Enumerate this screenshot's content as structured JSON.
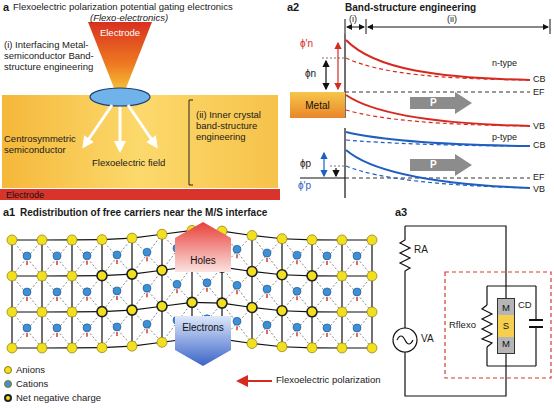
{
  "diagram": {
    "nodes": [
      {
        "text": [
          "Electrode"
        ]
      },
      {
        "text": [
          "Electrode"
        ]
      },
      {
        "text": [
          "Metal"
        ]
      },
      {
        "text": [
          "Holes"
        ]
      },
      {
        "text": [
          "Electrons"
        ]
      },
      {
        "text": [
          "M",
          "S",
          "M"
        ]
      }
    ],
    "labels": [
      "a",
      "Flexoelectric polarization potential gating electronics",
      "(Flexo-electronics)",
      "(i) Interfacing Metal-semiconductor Band-structure engineering",
      "(ii) Inner crystal band-structure engineering",
      "Centrosymmetric semiconductor",
      "Flexoelectric field",
      "a2",
      "Band-structure engineering",
      "(i)",
      "(ii)",
      "ϕn",
      "ϕ′n",
      "n-type",
      "CB",
      "EF",
      "VB",
      "P",
      "P",
      "p-type",
      "CB",
      "EF",
      "VB",
      "ϕp",
      "ϕ′p",
      "a1",
      "Redistribution of free carriers near the M/S interface",
      "Flexoelectric polarization",
      "a3",
      "RA",
      "Rflexo",
      "CD",
      "VA"
    ],
    "legend": [
      {
        "text": "Anions",
        "color": "#f2df1f"
      },
      {
        "text": "Cations",
        "color": "#3d8fd6"
      },
      {
        "text": "Net negative charge"
      }
    ]
  }
}
